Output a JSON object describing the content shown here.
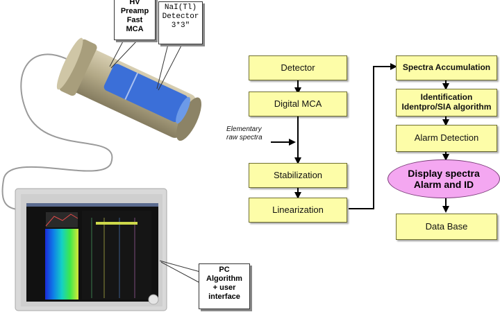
{
  "callouts": {
    "electronics": [
      "HV",
      "Preamp",
      "Fast",
      "MCA"
    ],
    "detector": [
      "NaI(Tl)",
      "Detector",
      "3*3\""
    ],
    "pc": [
      "PC",
      "Algorithm",
      "+ user",
      "interface"
    ]
  },
  "flow_left": {
    "detector": "Detector",
    "digital_mca": "Digital MCA",
    "raw_spectra": [
      "Elementary",
      "raw spectra"
    ],
    "stabilization": "Stabilization",
    "linearization": "Linearization"
  },
  "flow_right": {
    "accumulation": "Spectra Accumulation",
    "identification": [
      "Identification",
      "Identpro/SIA algorithm"
    ],
    "alarm_detection": "Alarm Detection",
    "display": [
      "Display spectra",
      "Alarm and ID"
    ],
    "database": "Data Base"
  },
  "colors": {
    "box_fill": "#fdfda8",
    "oval_fill": "#f4a7f1",
    "detector_tube": "#b5ac8c",
    "detector_crystal": "#3b6fd8"
  }
}
